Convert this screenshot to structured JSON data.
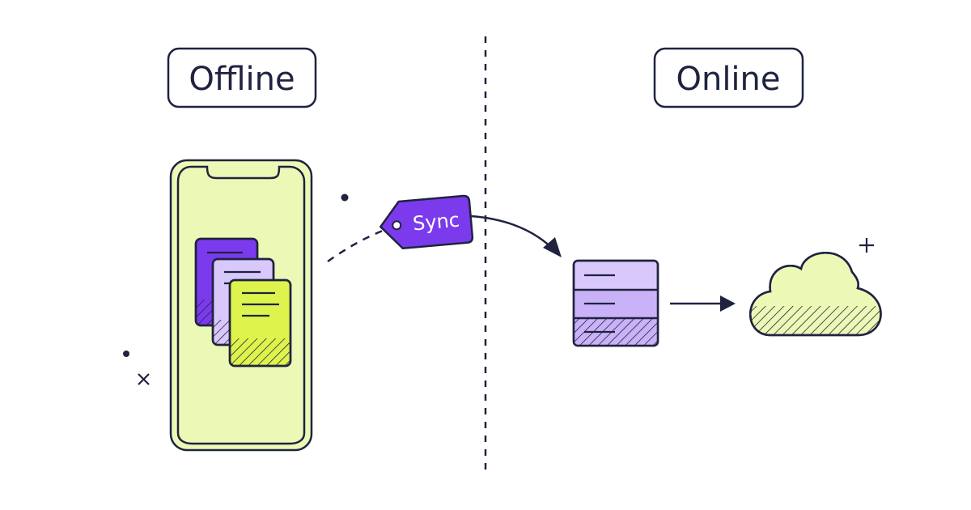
{
  "sections": {
    "offline": {
      "label": "Offline"
    },
    "online": {
      "label": "Online"
    }
  },
  "sync_tag": {
    "label": "Sync"
  },
  "colors": {
    "ink": "#1f2340",
    "lime_light": "#ecf8b6",
    "lime": "#def44c",
    "purple_dark": "#7c3aed",
    "purple_light": "#d9c8fb",
    "purple_mid": "#c9b2f7"
  },
  "icons": [
    "phone-icon",
    "document-stack-icon",
    "sync-tag-icon",
    "server-stack-icon",
    "cloud-icon",
    "plus-icon",
    "close-icon"
  ]
}
